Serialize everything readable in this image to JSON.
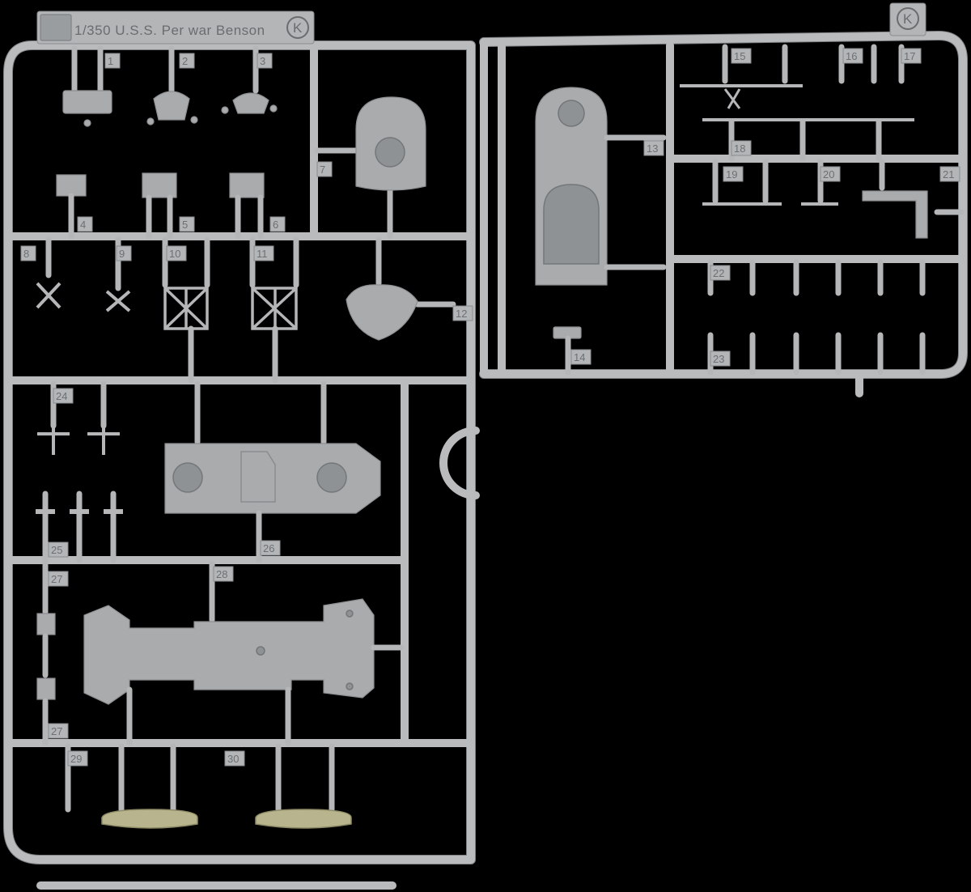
{
  "photo": {
    "kit_title": "1/350 U.S.S. Per war Benson",
    "sprue_letter": "K",
    "part_numbers": [
      "1",
      "2",
      "3",
      "4",
      "5",
      "6",
      "7",
      "8",
      "9",
      "10",
      "11",
      "12",
      "13",
      "14",
      "15",
      "16",
      "17",
      "18",
      "19",
      "20",
      "21",
      "22",
      "23",
      "24",
      "25",
      "26",
      "27",
      "27",
      "28",
      "29",
      "30"
    ]
  }
}
